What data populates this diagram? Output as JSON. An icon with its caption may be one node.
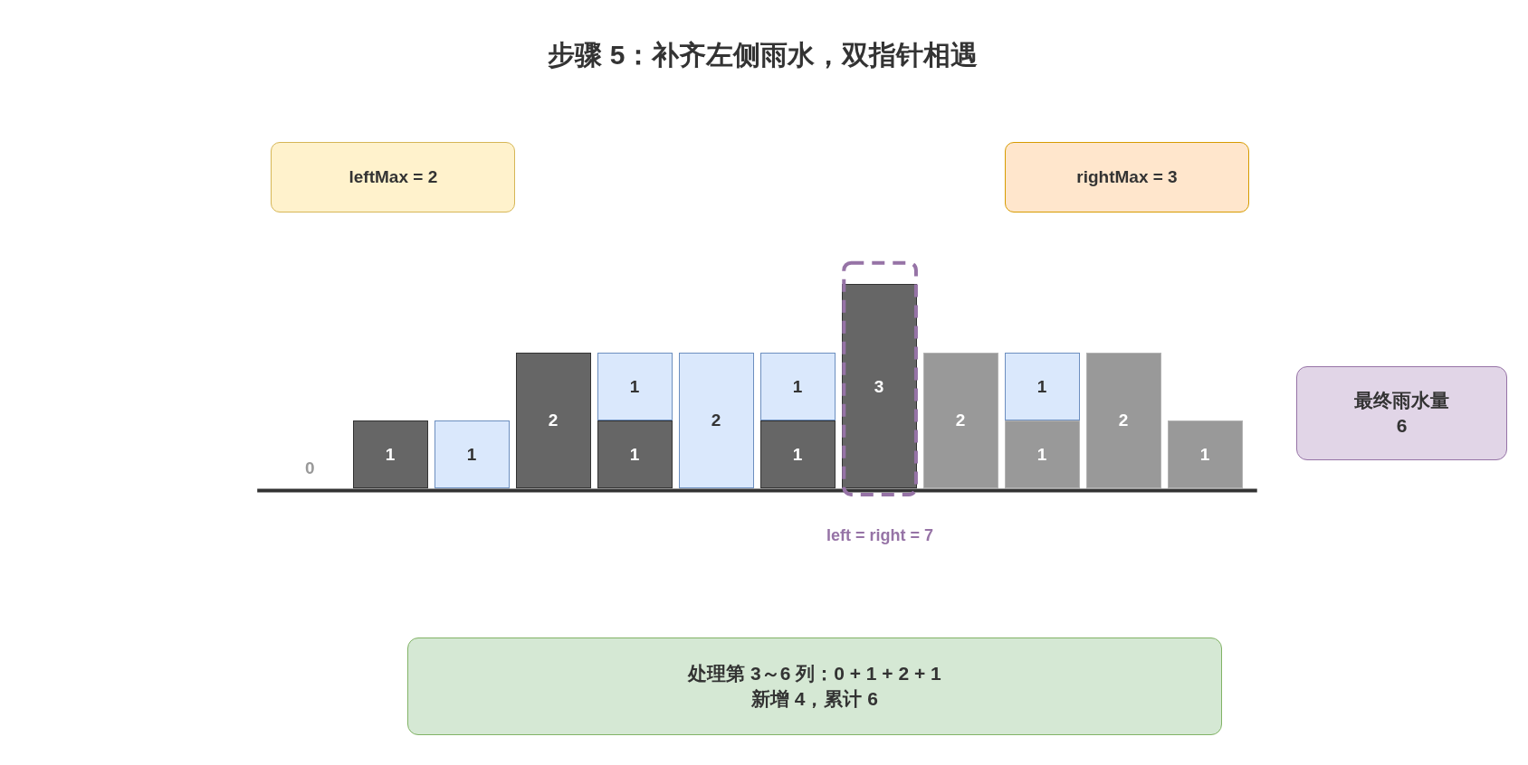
{
  "diagram": {
    "title": "步骤 5：补齐左侧雨水，双指针相遇",
    "nodes": [
      {
        "text": [
          "leftMax = 2"
        ]
      },
      {
        "text": [
          "rightMax = 3"
        ]
      },
      {
        "text": [
          "1"
        ]
      },
      {
        "text": [
          "1"
        ]
      },
      {
        "text": [
          "2"
        ]
      },
      {
        "text": [
          "1"
        ]
      },
      {
        "text": [
          "1"
        ]
      },
      {
        "text": [
          "2"
        ]
      },
      {
        "text": [
          "1"
        ]
      },
      {
        "text": [
          "1"
        ]
      },
      {
        "text": [
          "3"
        ]
      },
      {
        "text": [
          "2"
        ]
      },
      {
        "text": [
          "1"
        ]
      },
      {
        "text": [
          "1"
        ]
      },
      {
        "text": [
          "2"
        ]
      },
      {
        "text": [
          "1"
        ]
      },
      {
        "text": [
          "最终雨水量",
          "6"
        ]
      },
      {
        "text": [
          "处理第 3～6 列：0 + 1 + 2 + 1",
          "新增 4，累计 6"
        ]
      }
    ],
    "labels": [
      "0",
      "left = right = 7"
    ]
  }
}
